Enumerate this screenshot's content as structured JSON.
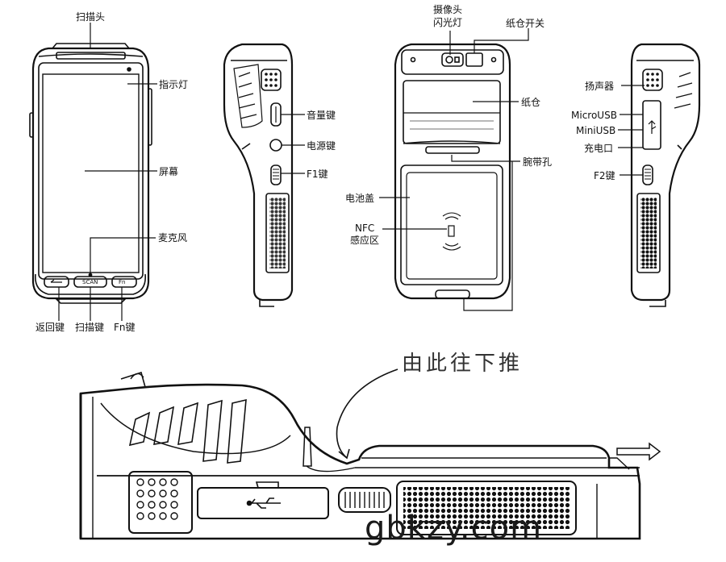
{
  "front": {
    "scan_head": "扫描头",
    "indicator": "指示灯",
    "screen": "屏幕",
    "microphone": "麦克风",
    "back_key": "返回键",
    "scan_key": "扫描键",
    "fn_key": "Fn键",
    "button_scan": "SCAN",
    "button_fn": "Fn"
  },
  "left_side": {
    "volume_key": "音量键",
    "power_key": "电源键",
    "f1_key": "F1键"
  },
  "back": {
    "camera_flash_line1": "摄像头",
    "camera_flash_line2": "闪光灯",
    "paper_switch": "纸仓开关",
    "paper_bin": "纸仓",
    "wrist_hole": "腕带孔",
    "battery_cover": "电池盖",
    "nfc_line1": "NFC",
    "nfc_line2": "感应区"
  },
  "right_side": {
    "speaker": "扬声器",
    "micro_usb": "MicroUSB",
    "mini_usb": "MiniUSB",
    "charge_port": "充电口",
    "f2_key": "F2键"
  },
  "bottom": {
    "instruction": "由此往下推",
    "watermark": "gbkzy.com"
  }
}
